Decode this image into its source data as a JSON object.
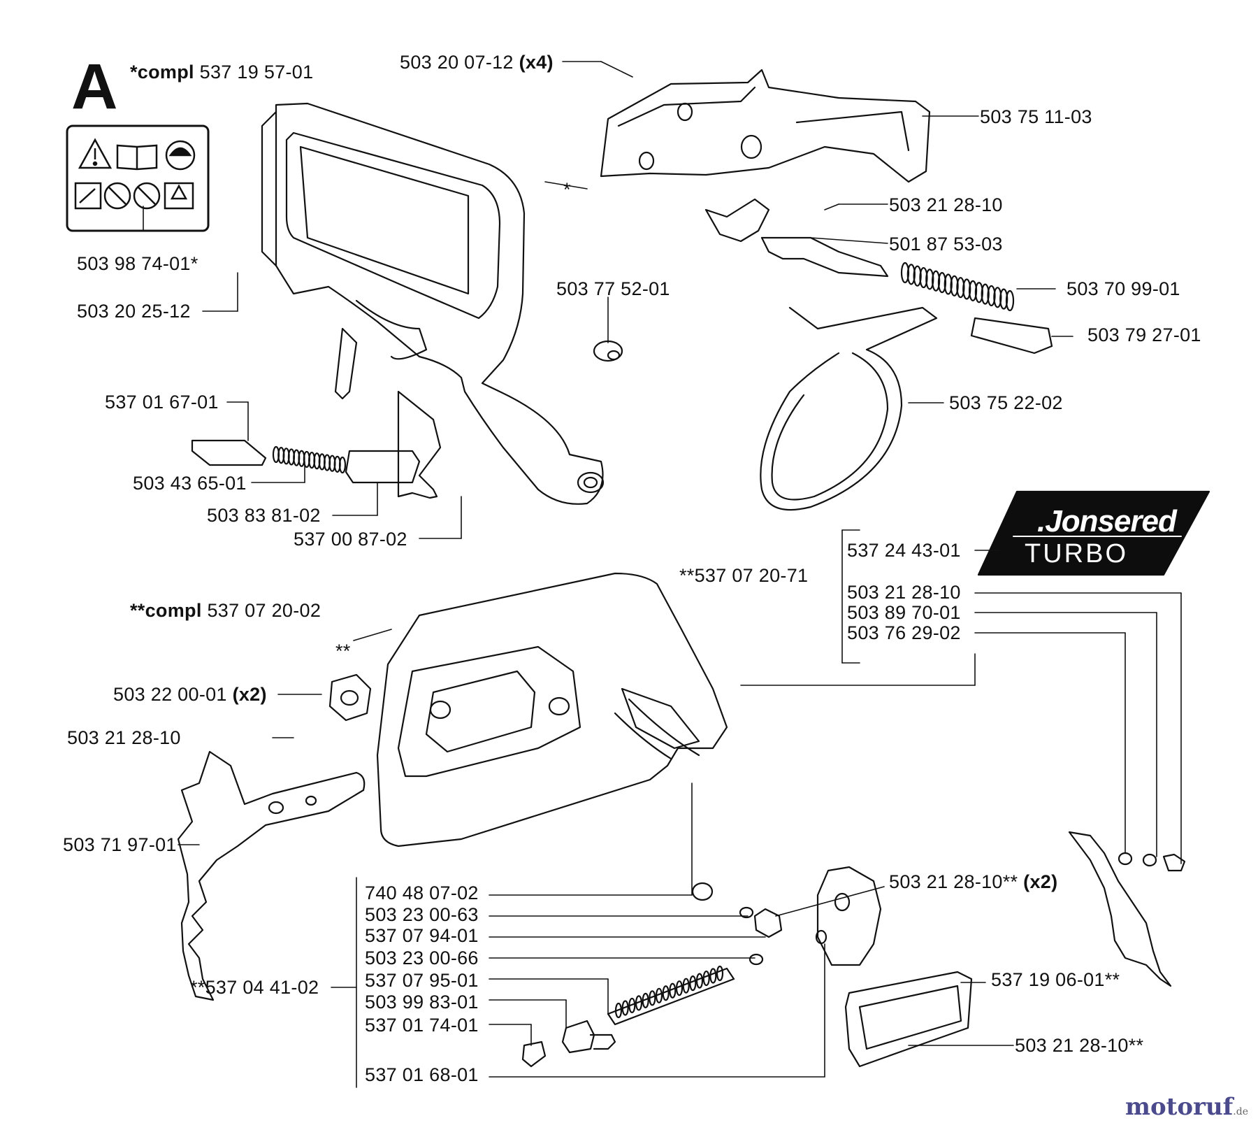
{
  "section_letter": "A",
  "top_assembly": {
    "prefix": "*compl",
    "number": "537 19 57-01"
  },
  "bottom_assembly": {
    "prefix": "**compl",
    "number": "537 07 20-02"
  },
  "brand_plate": {
    "name": ".Jonsered",
    "model": "TURBO"
  },
  "footer": {
    "site": "motoruf",
    "tld": ".de"
  },
  "colors": {
    "line": "#111111",
    "background": "#ffffff",
    "plate": "#0d0d0d",
    "footer_logo": "#4a4a8c"
  },
  "warning_decal_icons": [
    "warning-triangle-icon",
    "manual-book-icon",
    "helmet-icon",
    "no-kickback-icon",
    "no-cut-icon",
    "no-hand-icon",
    "protective-gear-icon"
  ],
  "labels": {
    "p503_20_07_12": {
      "number": "503 20 07-12",
      "qty": "(x4)"
    },
    "p503_75_11_03": "503 75 11-03",
    "star_top": "*",
    "p503_21_28_10_a": "503 21 28-10",
    "p501_87_53_03": "501 87 53-03",
    "p503_98_74_01": "503 98 74-01*",
    "p503_70_99_01": "503 70 99-01",
    "p503_20_25_12": "503 20 25-12",
    "p503_77_52_01": "503 77 52-01",
    "p503_79_27_01": "503 79 27-01",
    "p537_01_67_01": "537 01 67-01",
    "p503_75_22_02": "503 75 22-02",
    "p503_43_65_01": "503 43 65-01",
    "p503_83_81_02": "503 83 81-02",
    "p537_00_87_02": "537 00 87-02",
    "p537_24_43_01": "537 24 43-01",
    "p537_07_20_71": "**537 07 20-71",
    "p503_21_28_10_b": "503 21 28-10",
    "p503_89_70_01": "503 89 70-01",
    "p503_76_29_02": "503 76 29-02",
    "star_bottom": "**",
    "p503_22_00_01": {
      "number": "503 22 00-01",
      "qty": "(x2)"
    },
    "p503_21_28_10_c": "503 21 28-10",
    "p503_71_97_01": "503 71 97-01",
    "p740_48_07_02": "740 48 07-02",
    "p503_23_00_63": "503 23 00-63",
    "p537_07_94_01": "537 07 94-01",
    "p503_23_00_66": "503 23 00-66",
    "p537_07_95_01": "537 07 95-01",
    "p537_04_41_02": "**537 04 41-02",
    "p503_99_83_01": "503 99 83-01",
    "p537_01_74_01": "537 01 74-01",
    "p537_01_68_01": "537 01 68-01",
    "p503_21_28_10_d": {
      "number": "503 21 28-10**",
      "qty": "(x2)"
    },
    "p537_19_06_01": "537 19 06-01**",
    "p503_21_28_10_e": "503 21 28-10**"
  }
}
